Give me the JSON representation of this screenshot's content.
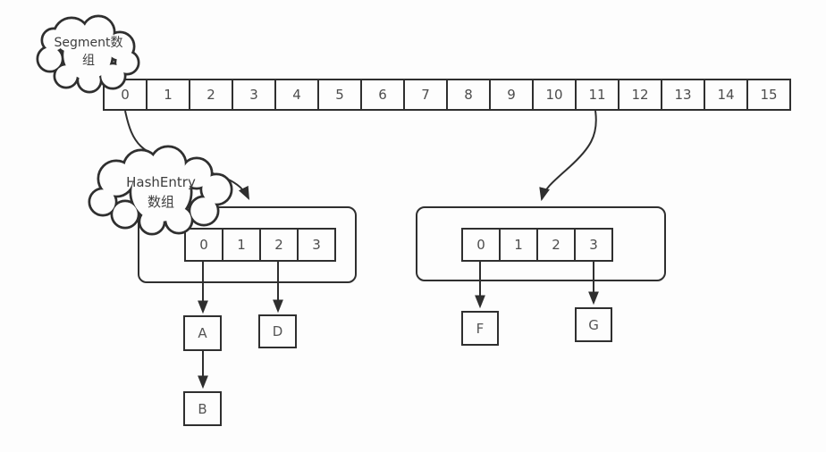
{
  "colors": {
    "background": "#fdfdfd",
    "line": "#2f2f2f",
    "text": "#4d4d4d"
  },
  "clouds": {
    "segment": {
      "label": "Segment数组"
    },
    "hashentry": {
      "label": "HashEntry数组"
    }
  },
  "segment_array": {
    "cells": [
      "0",
      "1",
      "2",
      "3",
      "4",
      "5",
      "6",
      "7",
      "8",
      "9",
      "10",
      "11",
      "12",
      "13",
      "14",
      "15"
    ]
  },
  "buckets": {
    "left": {
      "cells": [
        "0",
        "1",
        "2",
        "3"
      ]
    },
    "right": {
      "cells": [
        "0",
        "1",
        "2",
        "3"
      ]
    }
  },
  "nodes": {
    "a": "A",
    "b": "B",
    "d": "D",
    "f": "F",
    "g": "G"
  },
  "edges": [
    {
      "from": "segment-cell-0",
      "to": "hashentry-table-left"
    },
    {
      "from": "segment-cell-11",
      "to": "hashentry-table-right"
    },
    {
      "from": "left-bucket-cell-0",
      "to": "node-A"
    },
    {
      "from": "node-A",
      "to": "node-B"
    },
    {
      "from": "left-bucket-cell-2",
      "to": "node-D"
    },
    {
      "from": "right-bucket-cell-0",
      "to": "node-F"
    },
    {
      "from": "right-bucket-cell-3",
      "to": "node-G"
    }
  ]
}
